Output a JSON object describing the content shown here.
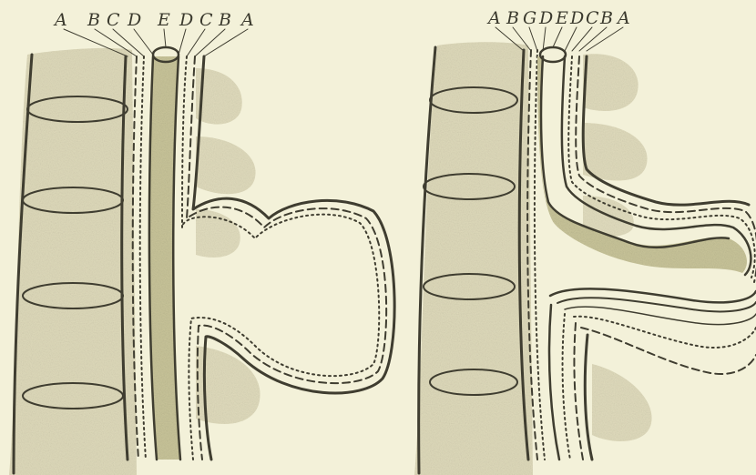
{
  "figure": {
    "background": "#f3f1d9",
    "ink": "#3f3d30",
    "bone_fill": "#ddd8b8",
    "cord_fill": "#c9c59a",
    "panels": [
      {
        "name": "left",
        "labels": [
          "A",
          "B",
          "C",
          "D",
          "E",
          "D",
          "C",
          "B",
          "A"
        ]
      },
      {
        "name": "right",
        "labels": [
          "A",
          "B",
          "G",
          "D",
          "E",
          "D",
          "C",
          "B",
          "A"
        ]
      }
    ]
  }
}
